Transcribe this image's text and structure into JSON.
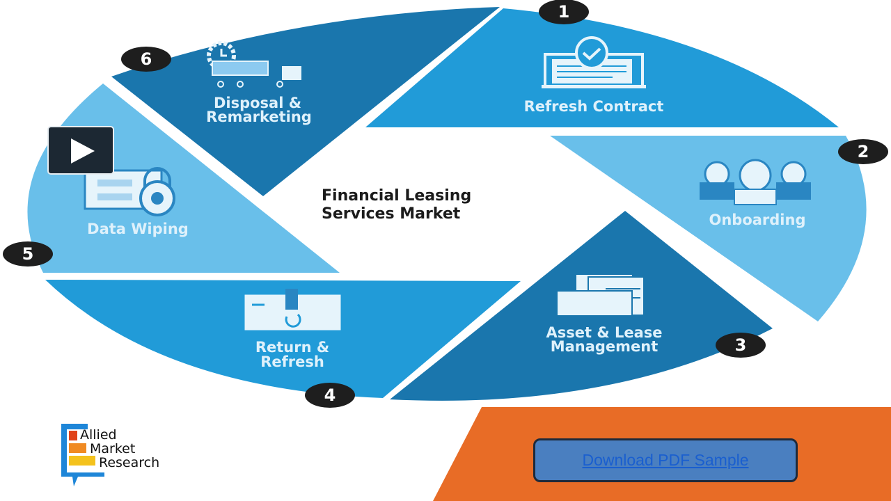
{
  "diagram": {
    "center_title_line1": "Financial Leasing",
    "center_title_line2": "Services Market",
    "colors": {
      "dark_blue": "#1a76ad",
      "mid_blue": "#219bd8",
      "light_blue": "#69bfea",
      "badge": "#1e1e1e",
      "orange": "#e86c26"
    },
    "segments": [
      {
        "number": "1",
        "label": "Refresh Contract",
        "icon": "contract-check-icon"
      },
      {
        "number": "2",
        "label": "Onboarding",
        "icon": "team-people-icon"
      },
      {
        "number": "3",
        "label_line1": "Asset & Lease",
        "label_line2": "Management",
        "icon": "folder-documents-icon"
      },
      {
        "number": "4",
        "label_line1": "Return &",
        "label_line2": "Refresh",
        "icon": "return-box-icon"
      },
      {
        "number": "5",
        "label": "Data Wiping",
        "icon": "data-lock-icon"
      },
      {
        "number": "6",
        "label_line1": "Disposal &",
        "label_line2": "Remarketing",
        "icon": "disposal-truck-icon"
      }
    ]
  },
  "player": {
    "icon": "play-icon"
  },
  "footer": {
    "logo": {
      "line1": "Allied",
      "line2": "Market",
      "line3": "Research"
    },
    "download_button": "Download PDF Sample"
  }
}
